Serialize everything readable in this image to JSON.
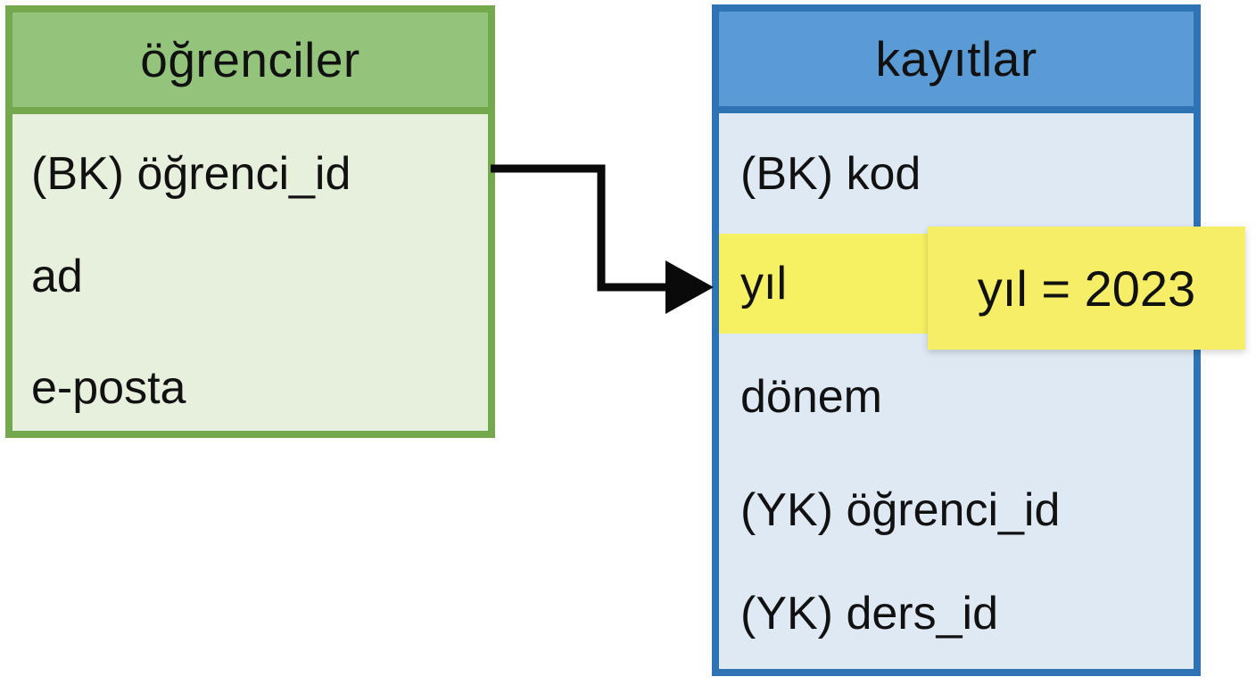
{
  "diagram": {
    "type": "entity-relationship",
    "background_color": "#ffffff",
    "tables": [
      {
        "id": "ogrenciler",
        "title": "öğrenciler",
        "header_bg": "#94c47c",
        "body_bg": "#e7f0dc",
        "border_color": "#74a84c",
        "fields": [
          {
            "label": "(BK) öğrenci_id"
          },
          {
            "label": "ad"
          },
          {
            "label": "e-posta"
          }
        ]
      },
      {
        "id": "kayitlar",
        "title": "kayıtlar",
        "header_bg": "#5b9bd5",
        "body_bg": "#dfe9f4",
        "border_color": "#2e74b5",
        "highlight_bg": "#f6f063",
        "fields": [
          {
            "label": "(BK) kod"
          },
          {
            "label": "yıl",
            "highlighted": true
          },
          {
            "label": "dönem"
          },
          {
            "label": "(YK) öğrenci_id"
          },
          {
            "label": "(YK) ders_id"
          }
        ]
      }
    ],
    "annotation": {
      "text": "yıl = 2023",
      "bg": "#f5ee66",
      "attached_to": "yıl"
    },
    "connector": {
      "from": "öğrenciler.(BK) öğrenci_id",
      "to": "kayıtlar.yıl",
      "color": "#000000",
      "style": "elbow-arrow"
    }
  }
}
